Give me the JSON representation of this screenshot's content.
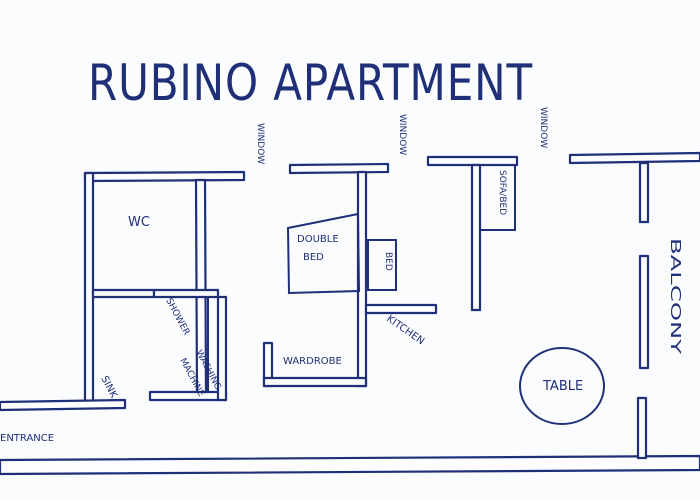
{
  "title": "RUBINO APARTMENT",
  "rooms": {
    "wc": "WC",
    "sink": "SINK",
    "shower": "SHOWER",
    "washing_machine": [
      "WASHING",
      "MACHINE"
    ],
    "double_bed": [
      "DOUBLE",
      "BED"
    ],
    "bed": "BED",
    "wardrobe": "WARDROBE",
    "kitchen": "KITCHEN",
    "sofa_bed": "SOFA/BED",
    "table": "TABLE",
    "balcony": "BALCONY",
    "entrance": "ENTRANCE"
  },
  "windows": [
    "WINDOW",
    "WINDOW",
    "WINDOW"
  ],
  "colors": {
    "ink": "#1f2f78",
    "paper": "#fbfcfd"
  }
}
